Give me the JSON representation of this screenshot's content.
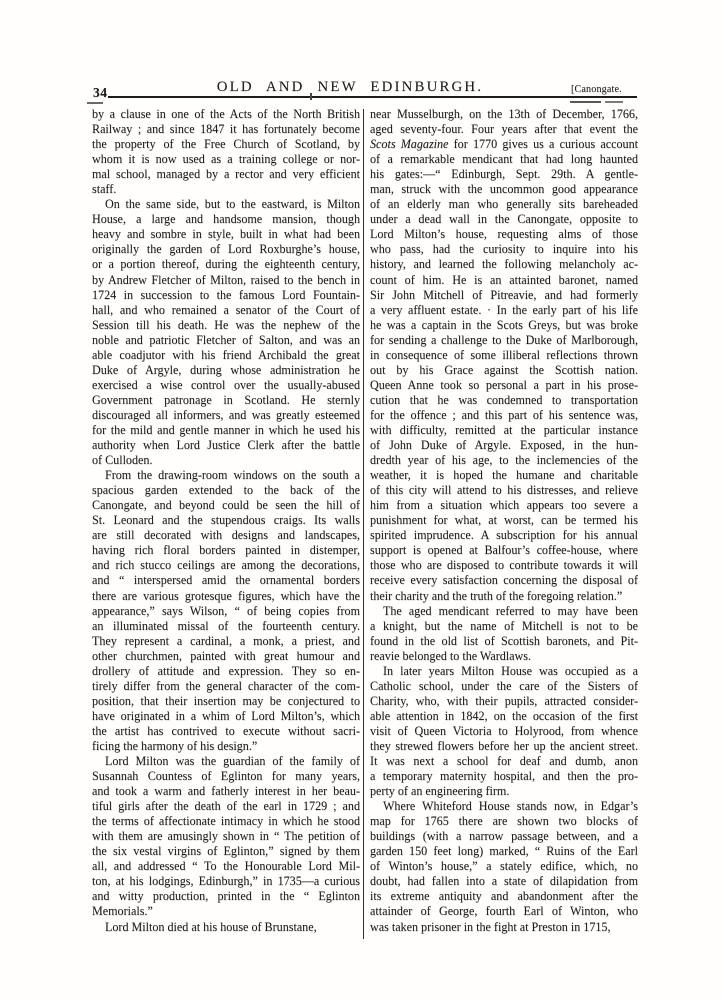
{
  "header": {
    "page_number": "34",
    "title": "OLD AND NEW EDINBURGH.",
    "section": "[Canongate."
  },
  "columns": {
    "left": {
      "paragraphs": [
        {
          "indent": false,
          "lines": [
            "by a clause in one of the Acts of the North British",
            "Railway ; and since 1847 it has fortunately become",
            "the property of the Free Church of Scotland, by",
            "whom it is now used as a training college or nor-",
            "mal school, managed by a rector and very efficient",
            "staff."
          ]
        },
        {
          "indent": true,
          "lines": [
            "On the same side, but to the eastward, is Milton",
            "House, a large and handsome mansion, though",
            "heavy and sombre in style, built in what had been",
            "originally the garden of Lord Roxburghe’s house,",
            "or a portion thereof, during the eighteenth century,",
            "by Andrew Fletcher of Milton, raised to the bench in",
            "1724 in succession to the famous Lord Fountain-",
            "hall, and who remained a senator of the Court of",
            "Session till his death. He was the nephew of the",
            "noble and patriotic Fletcher of Salton, and was an",
            "able coadjutor with his friend Archibald the great",
            "Duke of Argyle, during whose administration he",
            "exercised a wise control over the usually-abused",
            "Government patronage in Scotland. He sternly",
            "discouraged all informers, and was greatly esteemed",
            "for the mild and gentle manner in which he used his",
            "authority when Lord Justice Clerk after the battle",
            "of Culloden."
          ]
        },
        {
          "indent": true,
          "lines": [
            "From the drawing-room windows on the south a",
            "spacious garden extended to the back of the",
            "Canongate, and beyond could be seen the hill of",
            "St. Leonard and the stupendous craigs. Its walls",
            "are still decorated with designs and landscapes,",
            "having rich floral borders painted in distemper,",
            "and rich stucco ceilings are among the decorations,",
            "and “ interspersed amid the ornamental borders",
            "there are various grotesque figures, which have the",
            "appearance,” says Wilson, “ of being copies from",
            "an illuminated missal of the fourteenth century.",
            "They represent a cardinal, a monk, a priest, and",
            "other churchmen, painted with great humour and",
            "drollery of attitude and expression. They so en-",
            "tirely differ from the general character of the com-",
            "position, that their insertion may be conjectured to",
            "have originated in a whim of Lord Milton’s, which",
            "the artist has contrived to execute without sacri-",
            "ficing the harmony of his design.”"
          ]
        },
        {
          "indent": true,
          "lines": [
            "Lord Milton was the guardian of the family of",
            "Susannah Countess of Eglinton for many years,",
            "and took a warm and fatherly interest in her beau-",
            "tiful girls after the death of the earl in 1729 ; and",
            "the terms of affectionate intimacy in which he stood",
            "with them are amusingly shown in “ The petition of",
            "the six vestal virgins of Eglinton,” signed by them",
            "all, and addressed “ To the Honourable Lord Mil-",
            "ton, at his lodgings, Edinburgh,” in 1735—a curious",
            "and witty production, printed in the “ Eglinton",
            "Memorials.”"
          ]
        },
        {
          "indent": true,
          "lines": [
            "Lord Milton died at his house of Brunstane,"
          ]
        }
      ]
    },
    "right": {
      "paragraphs": [
        {
          "indent": false,
          "lines": [
            "near Musselburgh, on the 13th of December, 1766,",
            "aged seventy-four. Four years after that event the",
            "*Scots Magazine* for 1770 gives us a curious account",
            "of a remarkable mendicant that had long haunted",
            "his gates:—“ Edinburgh, Sept. 29th. A gentle-",
            "man, struck with the uncommon good appearance",
            "of an elderly man who generally sits bareheaded",
            "under a dead wall in the Canongate, opposite to",
            "Lord Milton’s house, requesting alms of those",
            "who pass, had the curiosity to inquire into his",
            "history, and learned the following melancholy ac-",
            "count of him. He is an attainted baronet, named",
            "Sir John Mitchell of Pitreavie, and had formerly",
            "a very affluent estate. · In the early part of his life",
            "he was a captain in the Scots Greys, but was broke",
            "for sending a challenge to the Duke of Marlborough,",
            "in consequence of some illiberal reflections thrown",
            "out by his Grace against the Scottish nation.",
            "Queen Anne took so personal a part in his prose-",
            "cution that he was condemned to transportation",
            "for the offence ; and this part of his sentence was,",
            "with difficulty, remitted at the particular instance",
            "of John Duke of Argyle. Exposed, in the hun-",
            "dredth year of his age, to the inclemencies of the",
            "weather, it is hoped the humane and charitable",
            "of this city will attend to his distresses, and relieve",
            "him from a situation which appears too severe a",
            "punishment for what, at worst, can be termed his",
            "spirited imprudence. A subscription for his annual",
            "support is opened at Balfour’s coffee-house, where",
            "those who are disposed to contribute towards it will",
            "receive every satisfaction concerning the disposal of",
            "their charity and the truth of the foregoing relation.”"
          ]
        },
        {
          "indent": true,
          "lines": [
            "The aged mendicant referred to may have been",
            "a knight, but the name of Mitchell is not to be",
            "found in the old list of Scottish baronets, and Pit-",
            "reavie belonged to the Wardlaws."
          ]
        },
        {
          "indent": true,
          "lines": [
            "In later years Milton House was occupied as a",
            "Catholic school, under the care of the Sisters of",
            "Charity, who, with their pupils, attracted consider-",
            "able attention in 1842, on the occasion of the first",
            "visit of Queen Victoria to Holyrood, from whence",
            "they strewed flowers before her up the ancient street.",
            "It was next a school for deaf and dumb, anon",
            "a temporary maternity hospital, and then the pro-",
            "perty of an engineering firm."
          ]
        },
        {
          "indent": true,
          "lines": [
            "Where Whiteford House stands now, in Edgar’s",
            "map for 1765 there are shown two blocks of",
            "buildings (with a narrow passage between, and a",
            "garden 150 feet long) marked, “ Ruins of the Earl",
            "of Winton’s house,” a stately edifice, which, no",
            "doubt, had fallen into a state of dilapidation from",
            "its extreme antiquity and abandonment after the",
            "attainder of George, fourth Earl of Winton, who",
            "was taken prisoner in the fight at Preston in 1715,"
          ]
        }
      ]
    }
  }
}
